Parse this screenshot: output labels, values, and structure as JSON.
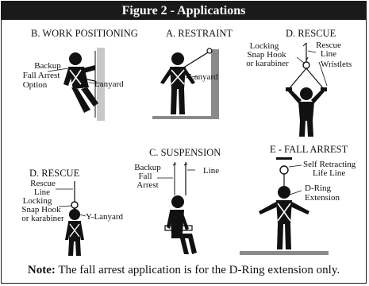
{
  "title": "Figure 2 - Applications",
  "panels": {
    "work_positioning": {
      "title": "B. WORK POSITIONING",
      "labels": [
        "Backup",
        "Fall Arrest",
        "Option",
        "Lanyard"
      ]
    },
    "restraint": {
      "title": "A. RESTRAINT",
      "labels": [
        "Lanyard"
      ]
    },
    "rescue_top": {
      "title": "D. RESCUE",
      "labels": [
        "Locking",
        "Snap Hook",
        "or karabiner",
        "Rescue",
        "Line",
        "Wristlets"
      ]
    },
    "rescue_bottom": {
      "title": "D. RESCUE",
      "labels": [
        "Rescue",
        "Line",
        "Locking",
        "Snap Hook",
        "or karabiner",
        "Y-Lanyard"
      ]
    },
    "suspension": {
      "title": "C. SUSPENSION",
      "labels": [
        "Backup",
        "Fall",
        "Arrest",
        "Line"
      ]
    },
    "fall_arrest": {
      "title": "E - FALL ARREST",
      "labels": [
        "Self Retracting",
        "Life Line",
        "D-Ring",
        "Extension"
      ]
    }
  },
  "note": {
    "bold": "Note:",
    "text": " The fall arrest application is for the D-Ring extension only."
  }
}
